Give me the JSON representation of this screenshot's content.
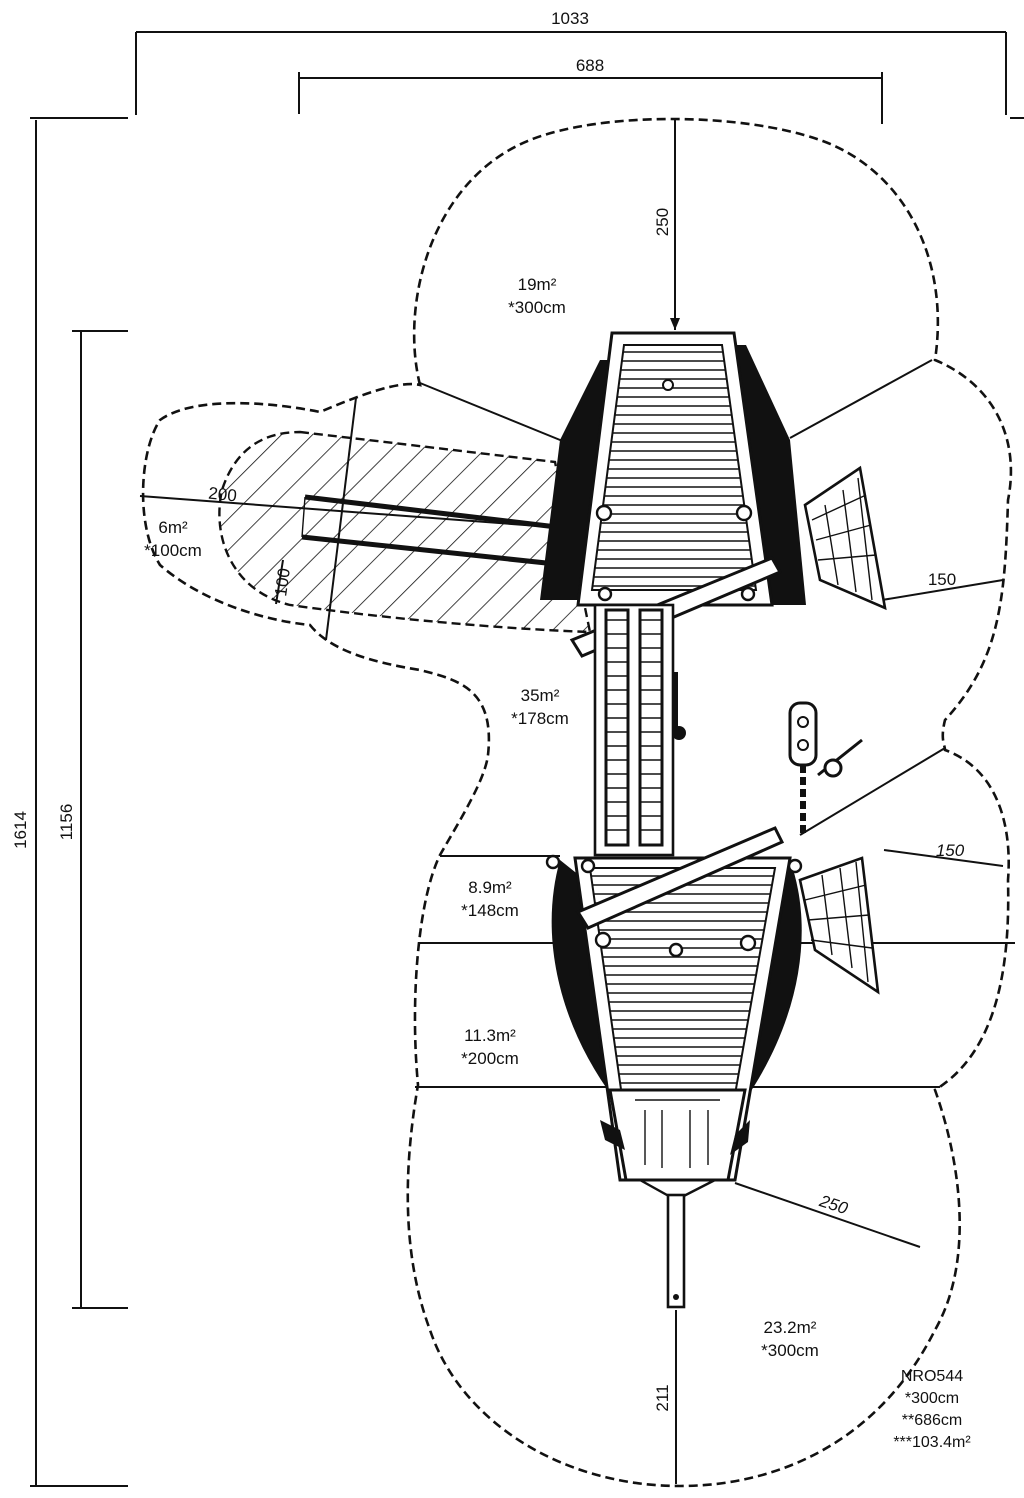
{
  "product_code": "NRO544",
  "specs": [
    "*300cm",
    "**686cm",
    "***103.4m²"
  ],
  "dimensions": {
    "overall_width": "1033",
    "inner_width": "688",
    "overall_height": "1614",
    "inner_height": "1156",
    "top_clearance": "250",
    "bottom_clearance": "211",
    "right_upper": "150",
    "right_lower": "150",
    "lower_right_diag": "250",
    "left_arm_length": "200",
    "left_arm_width": "100"
  },
  "zones": [
    {
      "area": "19m²",
      "height": "*300cm"
    },
    {
      "area": "6m²",
      "height": "*100cm"
    },
    {
      "area": "35m²",
      "height": "*178cm"
    },
    {
      "area": "8.9m²",
      "height": "*148cm"
    },
    {
      "area": "11.3m²",
      "height": "*200cm"
    },
    {
      "area": "23.2m²",
      "height": "*300cm"
    }
  ]
}
